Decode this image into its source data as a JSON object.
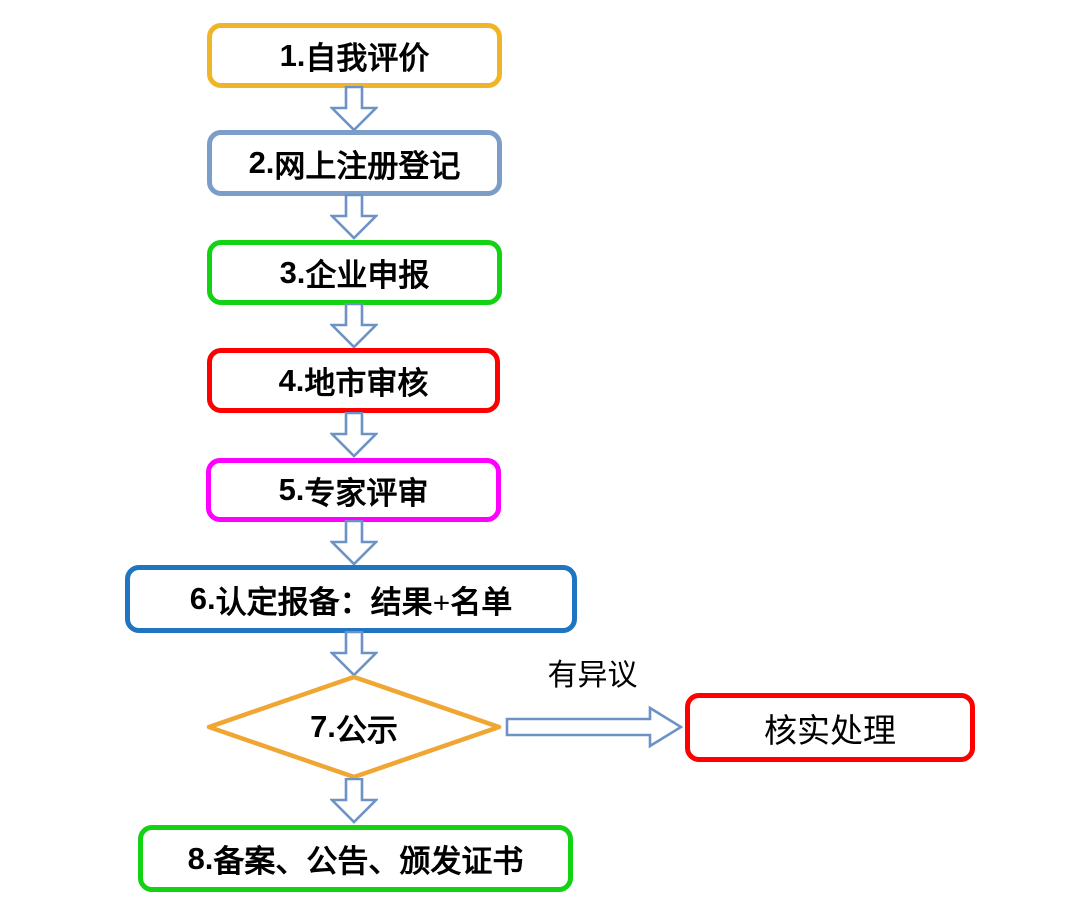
{
  "diagram": {
    "type": "flowchart",
    "background_color": "#FFFFFF",
    "arrow_color": "#6D93C6",
    "nodes": [
      {
        "num": "1.",
        "text": "自我评价",
        "shape": "rounded-rect",
        "border_color": "#EFB428"
      },
      {
        "num": "2.",
        "text": "网上注册登记",
        "shape": "rounded-rect",
        "border_color": "#7C9DC7"
      },
      {
        "num": "3.",
        "text": "企业申报",
        "shape": "rounded-rect",
        "border_color": "#12D312"
      },
      {
        "num": "4.",
        "text": "地市审核",
        "shape": "rounded-rect",
        "border_color": "#FF0000"
      },
      {
        "num": "5.",
        "text": "专家评审",
        "shape": "rounded-rect",
        "border_color": "#FF00FF"
      },
      {
        "num": "6.",
        "text": "认定报备：结果+名单",
        "shape": "rounded-rect",
        "border_color": "#1F75BF"
      },
      {
        "num": "7.",
        "text": "公示",
        "shape": "diamond",
        "border_color": "#F0A632"
      },
      {
        "num": "8.",
        "text": "备案、公告、颁发证书",
        "shape": "rounded-rect",
        "border_color": "#12D312"
      },
      {
        "num": "",
        "text": "核实处理",
        "shape": "rounded-rect",
        "border_color": "#FF0000"
      }
    ],
    "edges": {
      "objection_label": "有异议"
    }
  }
}
